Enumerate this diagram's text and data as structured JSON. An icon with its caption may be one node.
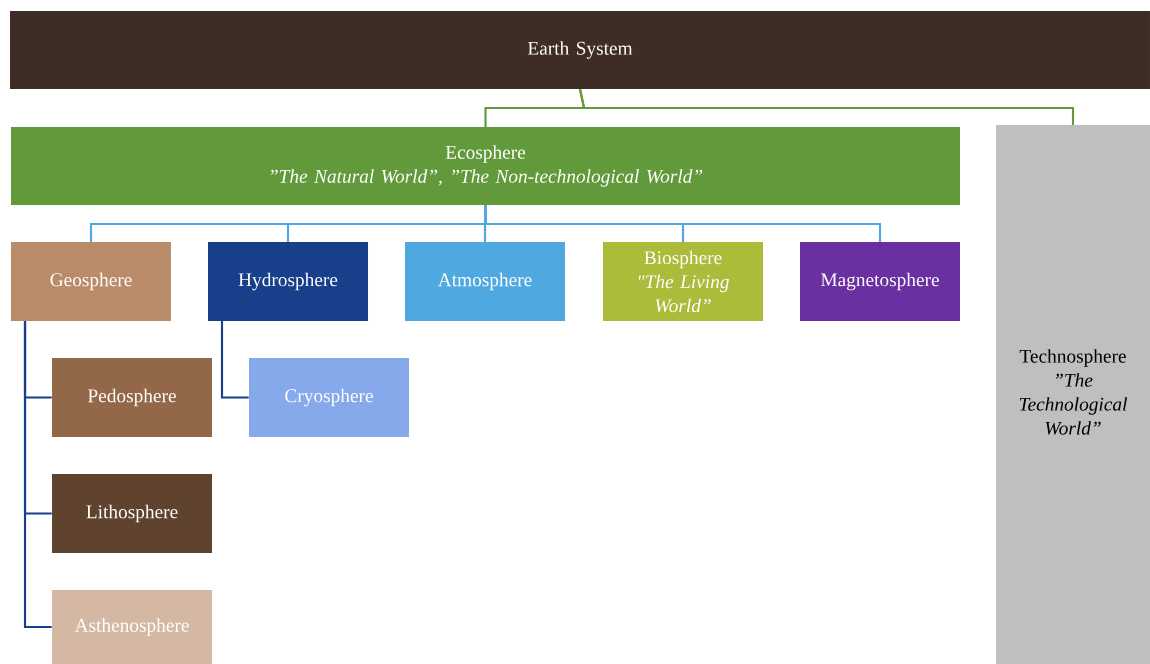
{
  "diagram": {
    "nodes": [
      {
        "text": [
          "Earth System"
        ]
      },
      {
        "text": [
          "Ecosphere",
          "”The Natural World”, ”The Non-technological World”"
        ]
      },
      {
        "text": [
          "Technosphere",
          "”The Technological World”"
        ]
      },
      {
        "text": [
          "Geosphere"
        ]
      },
      {
        "text": [
          "Hydrosphere"
        ]
      },
      {
        "text": [
          "Atmosphere"
        ]
      },
      {
        "text": [
          "Biosphere",
          "\"The Living World”"
        ]
      },
      {
        "text": [
          "Magnetosphere"
        ]
      },
      {
        "text": [
          "Pedosphere"
        ]
      },
      {
        "text": [
          "Lithosphere"
        ]
      },
      {
        "text": [
          "Asthenosphere"
        ]
      },
      {
        "text": [
          "Cryosphere"
        ]
      }
    ],
    "edges": [
      {
        "from": 0,
        "to": 1,
        "arrow": "none",
        "color": "#629a3b"
      },
      {
        "from": 0,
        "to": 2,
        "arrow": "none",
        "color": "#629a3b"
      },
      {
        "from": 1,
        "to": 3,
        "arrow": "none"
      },
      {
        "from": 1,
        "to": 4,
        "arrow": "none"
      },
      {
        "from": 1,
        "to": 5,
        "arrow": "none"
      },
      {
        "from": 1,
        "to": 6,
        "arrow": "none"
      },
      {
        "from": 1,
        "to": 7,
        "arrow": "none"
      },
      {
        "from": 3,
        "to": 8,
        "arrow": "none",
        "color": "#173f8a"
      },
      {
        "from": 3,
        "to": 9,
        "arrow": "none",
        "color": "#173f8a"
      },
      {
        "from": 3,
        "to": 10,
        "arrow": "none",
        "color": "#173f8a"
      },
      {
        "from": 4,
        "to": 11,
        "arrow": "none",
        "color": "#173f8a"
      }
    ]
  }
}
